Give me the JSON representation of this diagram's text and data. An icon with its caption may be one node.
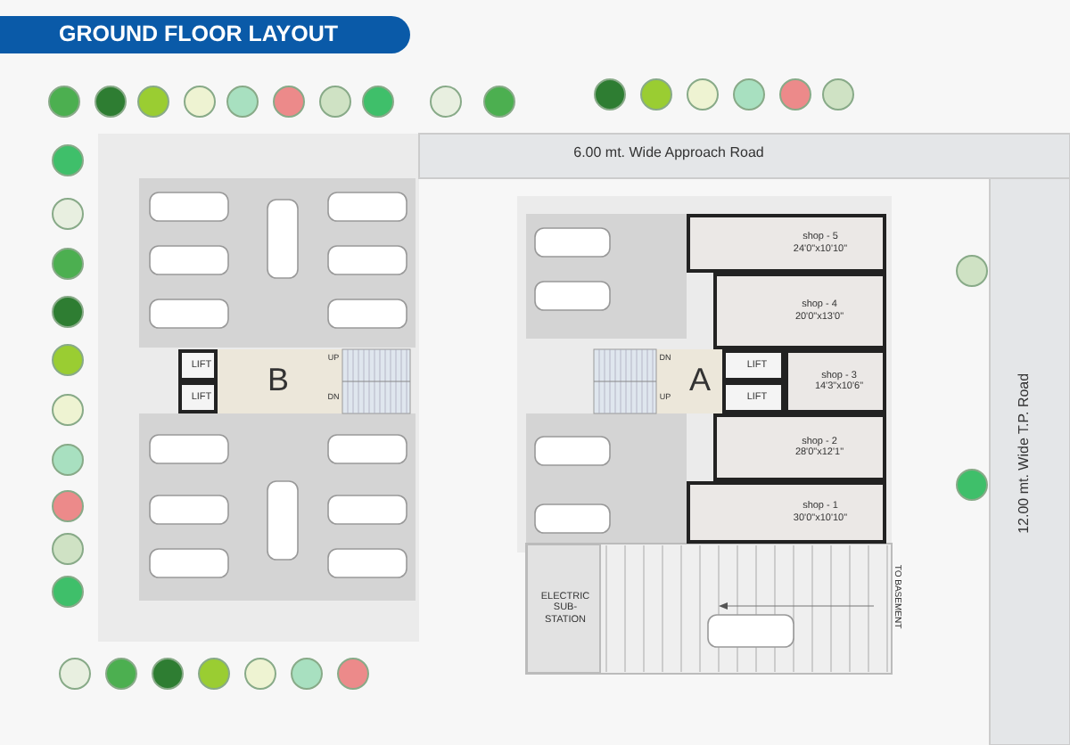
{
  "diagram": {
    "title": "GROUND FLOOR LAYOUT",
    "nodes": [
      {
        "text": [
          "B"
        ]
      },
      {
        "text": [
          "LIFT"
        ],
        "in": 0
      },
      {
        "text": [
          "LIFT"
        ],
        "in": 0
      },
      {
        "text": [
          "A"
        ]
      },
      {
        "text": [
          "LIFT"
        ],
        "in": 3
      },
      {
        "text": [
          "LIFT"
        ],
        "in": 3
      },
      {
        "text": [
          "shop - 5",
          "24'0\"x10'10\""
        ]
      },
      {
        "text": [
          "shop - 4",
          "20'0\"x13'0\""
        ]
      },
      {
        "text": [
          "shop - 3",
          "14'3\"x10'6\""
        ]
      },
      {
        "text": [
          "shop - 2",
          "28'0\"x12'1\""
        ]
      },
      {
        "text": [
          "shop - 1",
          "30'0\"x10'10\""
        ]
      },
      {
        "text": [
          "ELECTRIC SUB-STATION"
        ]
      }
    ],
    "labels": [
      "6.00 mt. Wide Approach Road",
      "UP",
      "DN",
      "DN",
      "UP",
      "12.00 mt. Wide T.P. Road",
      "TO BASEMENT"
    ]
  }
}
